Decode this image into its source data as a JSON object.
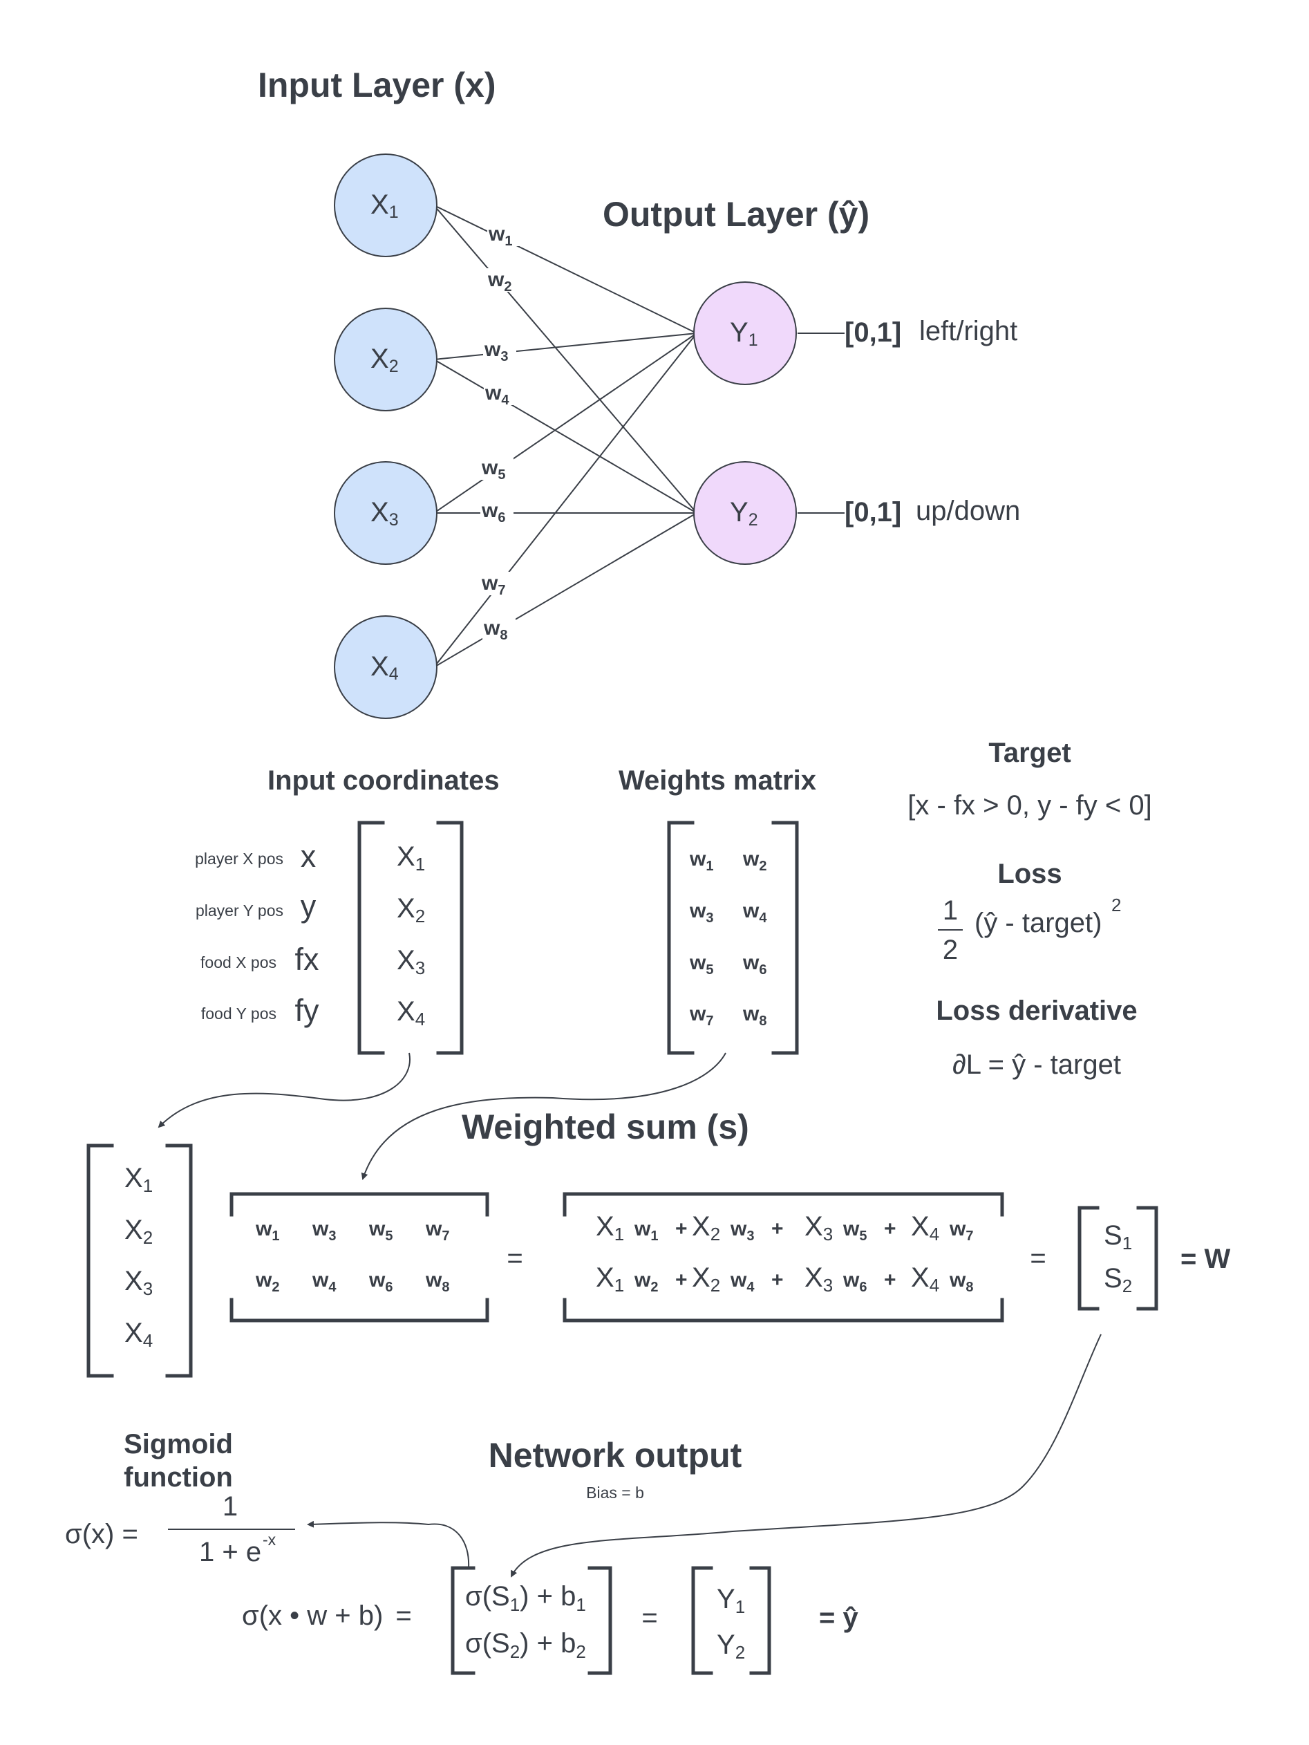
{
  "input_layer": {
    "title": "Input Layer (x)",
    "nodes": [
      "X",
      "X",
      "X",
      "X"
    ],
    "subs": [
      "1",
      "2",
      "3",
      "4"
    ]
  },
  "output_layer": {
    "title": "Output Layer (ŷ)",
    "nodes": [
      "Y",
      "Y"
    ],
    "subs": [
      "1",
      "2"
    ],
    "ranges": [
      "[0,1]",
      "[0,1]"
    ],
    "labels": [
      "left/right",
      "up/down"
    ]
  },
  "weights": {
    "letter": "w",
    "subs": [
      "1",
      "2",
      "3",
      "4",
      "5",
      "6",
      "7",
      "8"
    ]
  },
  "colors": {
    "input_fill": "#cfe2fb",
    "output_fill": "#f0d9fb",
    "stroke": "#3a3f47"
  },
  "input_coordinates": {
    "title": "Input coordinates",
    "descriptions": [
      "player X pos",
      "player Y pos",
      "food X pos",
      "food Y pos"
    ],
    "vars": [
      "x",
      "y",
      "fx",
      "fy"
    ]
  },
  "weights_matrix": {
    "title": "Weights matrix"
  },
  "target": {
    "title": "Target",
    "expr": "[x - fx > 0, y - fy < 0]"
  },
  "loss": {
    "title": "Loss",
    "num": "1",
    "den": "2",
    "expr": "(ŷ - target)",
    "power": "2"
  },
  "loss_derivative": {
    "title": "Loss derivative",
    "expr": "∂L = ŷ - target"
  },
  "weighted_sum": {
    "title": "Weighted sum (s)",
    "plus": "+",
    "equals": "=",
    "s_letter": "S",
    "s_subs": [
      "1",
      "2"
    ],
    "result": "= W"
  },
  "sigmoid": {
    "title_line1": "Sigmoid",
    "title_line2": "function",
    "lhs": "σ(x) =",
    "num": "1",
    "den": "1 + e",
    "exp": "-x"
  },
  "network_output": {
    "title": "Network output",
    "bias_note": "Bias = b",
    "lhs": "σ(x • w + b)",
    "equals": "=",
    "row_left": [
      "σ(S",
      "σ(S"
    ],
    "row_sub": [
      "1",
      "2"
    ],
    "row_mid": [
      ") + b",
      ") + b"
    ],
    "row_bsub": [
      "1",
      "2"
    ],
    "y_letter": "Y",
    "y_subs": [
      "1",
      "2"
    ],
    "result": "=  ŷ"
  }
}
